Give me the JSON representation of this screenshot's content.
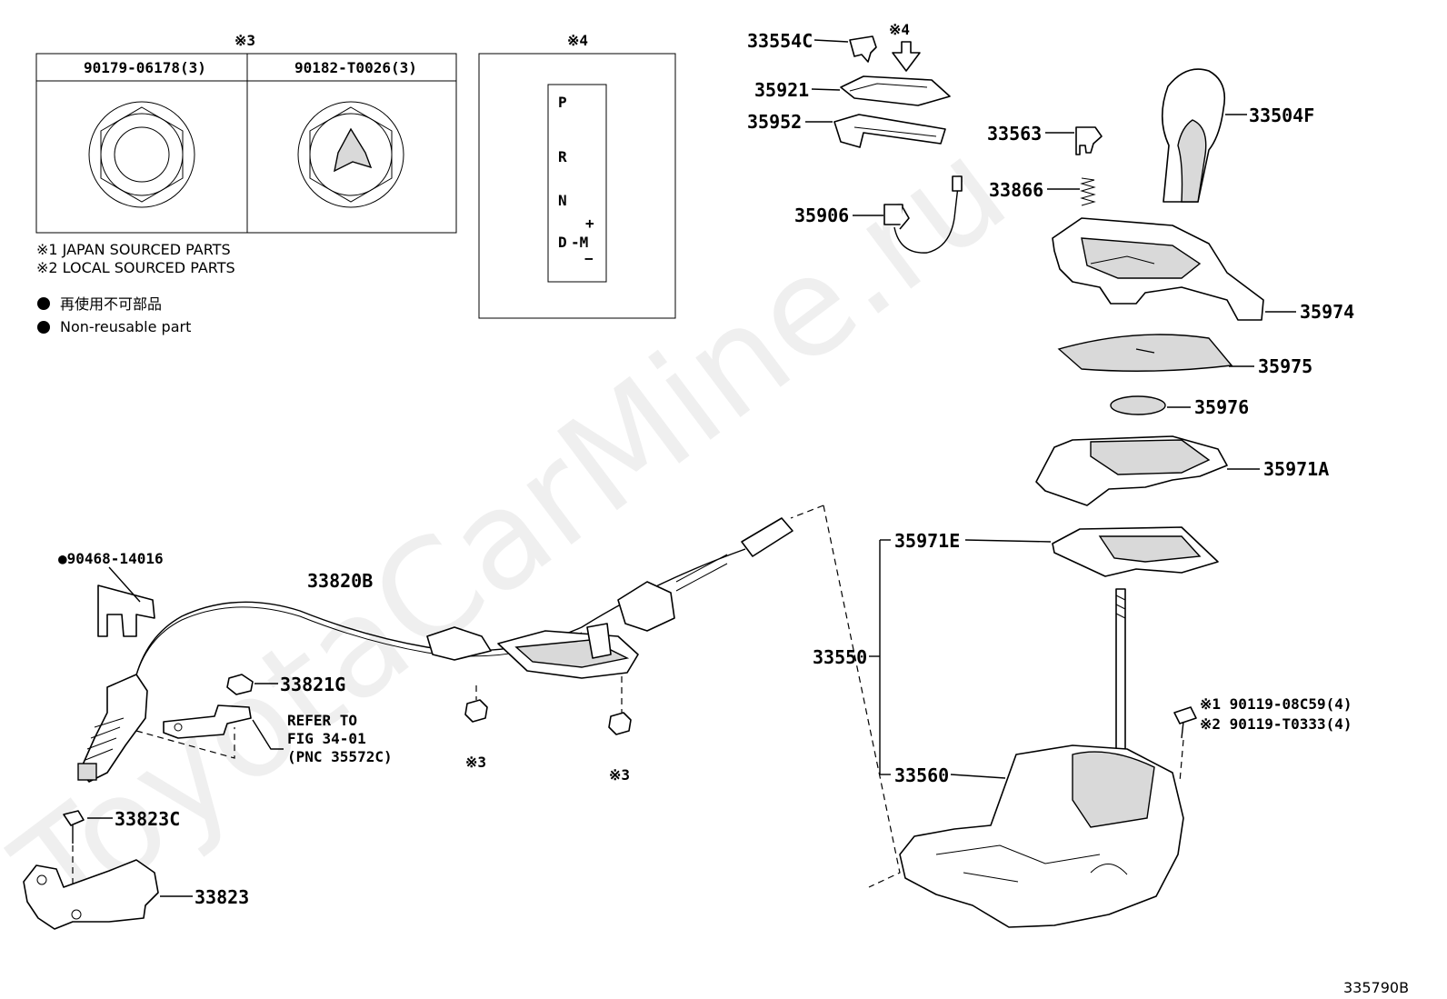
{
  "diagram": {
    "box3": {
      "marker": "※3",
      "headers": [
        "90179-06178(3)",
        "90182-T0026(3)"
      ]
    },
    "box4": {
      "marker": "※4",
      "gates": [
        "P",
        "R",
        "N",
        "D",
        "-M",
        "+",
        "−"
      ]
    },
    "notes": {
      "note1": "※1  JAPAN SOURCED PARTS",
      "note2": "※2  LOCAL SOURCED PARTS",
      "jp_nonreusable": "再使用不可部品",
      "en_nonreusable": "Non-reusable part"
    },
    "labels": {
      "p33554C": "33554C",
      "mark4": "※4",
      "p35921": "35921",
      "p35952": "35952",
      "p35906": "35906",
      "p33563": "33563",
      "p33866": "33866",
      "p33504F": "33504F",
      "p35974": "35974",
      "p35975": "35975",
      "p35976": "35976",
      "p35971A": "35971A",
      "p35971E": "35971E",
      "p33550": "33550",
      "p33560": "33560",
      "bolt1": "※1  90119-08C59(4)",
      "bolt2": "※2  90119-T0333(4)",
      "p90468": "●90468-14016",
      "p33820B": "33820B",
      "p33821G": "33821G",
      "refer1": "REFER TO",
      "refer2": "FIG 34-01",
      "refer3": "(PNC 35572C)",
      "mark3a": "※3",
      "mark3b": "※3",
      "p33823C": "33823C",
      "p33823": "33823",
      "figno": "335790B"
    },
    "watermark": "ToyotaCarMine.ru"
  }
}
